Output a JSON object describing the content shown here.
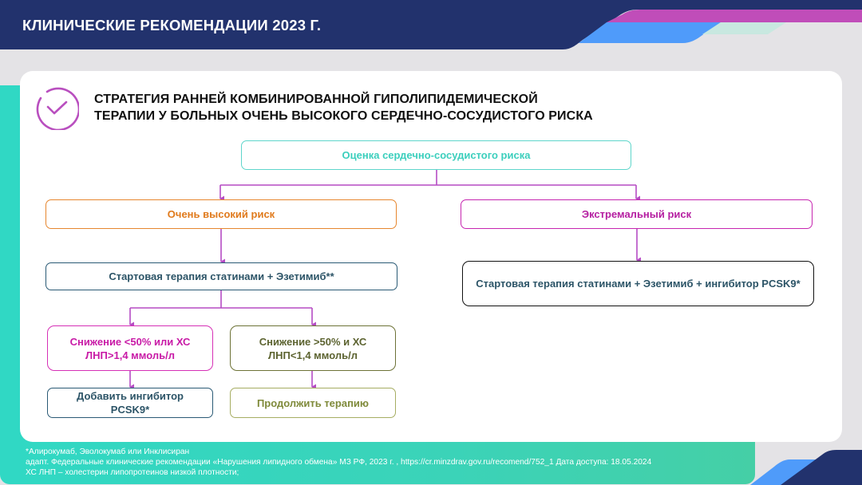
{
  "header": {
    "title": "КЛИНИЧЕСКИЕ РЕКОМЕНДАЦИИ 2023 Г."
  },
  "slide": {
    "title_line1": "СТРАТЕГИЯ РАННЕЙ КОМБИНИРОВАННОЙ ГИПОЛИПИДЕМИЧЕСКОЙ",
    "title_line2": "ТЕРАПИИ У БОЛЬНЫХ ОЧЕНЬ ВЫСОКОГО СЕРДЕЧНО-СОСУДИСТОГО РИСКА",
    "icon": "check-circle-icon"
  },
  "flowchart": {
    "root": "Оценка сердечно-сосудистого риска",
    "very_high": "Очень высокий риск",
    "extreme": "Экстремальный риск",
    "start_therapy": "Стартовая терапия статинами + Эзетимиб**",
    "start_therapy_extreme": "Стартовая терапия статинами + Эзетимиб + ингибитор PCSK9*",
    "reduction_lt50_line1": "Снижение <50% или ХС",
    "reduction_lt50_line2": "ЛНП>1,4 ммоль/л",
    "reduction_gt50_line1": "Снижение >50% и ХС",
    "reduction_gt50_line2": "ЛНП<1,4 ммоль/л",
    "add_inhibitor_line1": "Добавить ингибитор",
    "add_inhibitor_line2": "PCSK9*",
    "continue_therapy": "Продолжить терапию"
  },
  "footnotes": {
    "line1": "*Алирокумаб, Эволокумаб или Инклисиран",
    "line2": "адапт. Федеральные клинические рекомендации «Нарушения липидного обмена» МЗ РФ, 2023 г. , https://cr.minzdrav.gov.ru/recomend/752_1 Дата доступа: 18.05.2024",
    "line3": "ХС ЛНП – холестерин липопротеинов низкой плотности;"
  },
  "colors": {
    "header_navy": "#22326d",
    "magenta": "#c04db9",
    "blue": "#4f9bfa",
    "mint": "#c8e8e0",
    "teal": "#35d6c0",
    "connector": "#b54cc4",
    "orange": "#e07a1c",
    "olive": "#5c6330",
    "dark_teal_text": "#2c5467"
  }
}
